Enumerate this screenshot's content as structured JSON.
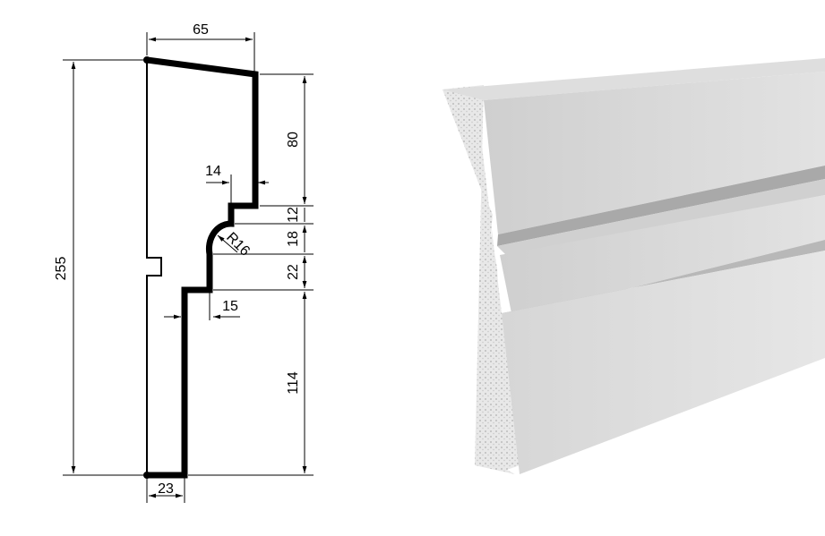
{
  "drawing": {
    "units": "mm",
    "dimensions": {
      "top_width": "65",
      "total_height": "255",
      "top_section": "80",
      "step_width": "14",
      "step_height": "12",
      "radius": "R16",
      "curve_height": "18",
      "lower_step_height": "22",
      "lower_step_width": "15",
      "bottom_section": "114",
      "base_width": "23"
    }
  },
  "colors": {
    "profile": "#000000",
    "render_face": "#d9d9d9",
    "render_edge": "#c8c8c8"
  }
}
